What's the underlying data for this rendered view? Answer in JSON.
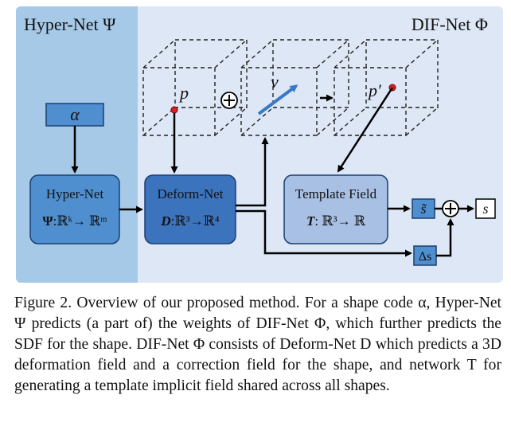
{
  "hypernet_panel": {
    "title": "Hyper-Net Ψ"
  },
  "difnet_panel": {
    "title": "DIF-Net Φ"
  },
  "alpha_box": {
    "label": "α"
  },
  "hypernet_box": {
    "title": "Hyper-Net",
    "formula_sym": "Ψ",
    "formula_rest": ":ℝᵏ→ ℝᵐ"
  },
  "deform_box": {
    "title": "Deform-Net",
    "formula_sym": "D",
    "formula_rest": ":ℝ³→ℝ⁴"
  },
  "template_box": {
    "title": "Template Field",
    "formula_sym": "T",
    "formula_rest": ": ℝ³→ ℝ"
  },
  "cube_labels": {
    "p": "p",
    "v": "v",
    "p_prime": "p′"
  },
  "ops": {
    "plus": "⊕"
  },
  "output_boxes": {
    "s_tilde": "s̃",
    "delta_s": "Δs",
    "s": "s"
  },
  "colors": {
    "hypernet_bg": "#a7c9e8",
    "difnet_bg": "#dde7f5",
    "box_blue": "#4f8fcf",
    "deform_blue": "#3c73bd",
    "template_blue": "#a8c0e4",
    "point_red": "#e0201e",
    "arrow_blue": "#3a78c8"
  },
  "caption": "Figure 2. Overview of our proposed method. For a shape code α, Hyper-Net Ψ predicts (a part of) the weights of DIF-Net Φ, which further predicts the SDF for the shape. DIF-Net Φ consists of Deform-Net D which predicts a 3D deformation field and a correction field for the shape, and network T for generating a template implicit field shared across all shapes."
}
